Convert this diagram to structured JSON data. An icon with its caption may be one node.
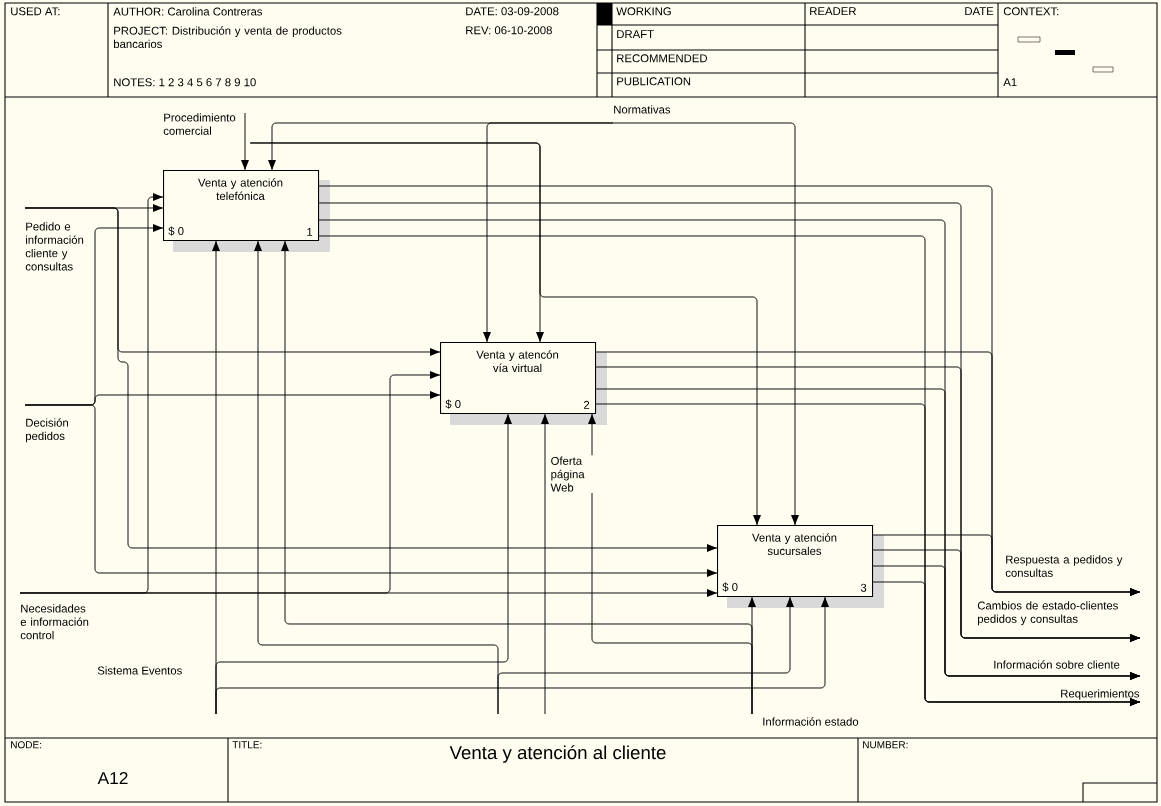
{
  "diagram": {
    "title": "Venta y atención al cliente",
    "nodes": [
      {
        "text": [
          "Venta y atención telefónica",
          "$ 0",
          "1"
        ]
      },
      {
        "text": [
          "Venta y atencón vía virtual",
          "$ 0",
          "2"
        ]
      },
      {
        "text": [
          "Venta y atención sucursales",
          "$ 0",
          "3"
        ]
      },
      {
        "text": [
          "Procedimiento comercial"
        ]
      },
      {
        "text": [
          "Normativas"
        ]
      },
      {
        "text": [
          "Pedido e información cliente y consultas"
        ]
      },
      {
        "text": [
          "Decisión pedidos"
        ]
      },
      {
        "text": [
          "Necesidades e información control"
        ]
      },
      {
        "text": [
          "Sistema Eventos"
        ]
      },
      {
        "text": [
          "Información estado"
        ]
      },
      {
        "text": [
          "Respuesta a pedidos y consultas"
        ]
      },
      {
        "text": [
          "Cambios de estado-clientes pedidos y consultas"
        ]
      },
      {
        "text": [
          "Información sobre cliente"
        ]
      },
      {
        "text": [
          "Requerimientos"
        ]
      }
    ],
    "edges": [
      {
        "from": 3,
        "to": 0,
        "arrow": "to"
      },
      {
        "from": 3,
        "to": 1,
        "arrow": "to"
      },
      {
        "from": 3,
        "to": 2,
        "arrow": "to"
      },
      {
        "from": 4,
        "to": 0,
        "arrow": "to"
      },
      {
        "from": 4,
        "to": 1,
        "arrow": "to"
      },
      {
        "from": 4,
        "to": 2,
        "arrow": "to"
      },
      {
        "from": 5,
        "to": 0,
        "arrow": "to"
      },
      {
        "from": 5,
        "to": 1,
        "arrow": "to"
      },
      {
        "from": 5,
        "to": 2,
        "arrow": "to"
      },
      {
        "from": 6,
        "to": 0,
        "arrow": "to"
      },
      {
        "from": 6,
        "to": 1,
        "arrow": "to"
      },
      {
        "from": 6,
        "to": 2,
        "arrow": "to"
      },
      {
        "from": 7,
        "to": 0,
        "arrow": "to"
      },
      {
        "from": 7,
        "to": 1,
        "arrow": "to"
      },
      {
        "from": 7,
        "to": 2,
        "arrow": "to"
      },
      {
        "from": 8,
        "to": 0,
        "arrow": "to"
      },
      {
        "from": 8,
        "to": 1,
        "arrow": "to"
      },
      {
        "from": 8,
        "to": 2,
        "arrow": "to"
      },
      {
        "from": null,
        "to": 0,
        "arrow": "to"
      },
      {
        "from": null,
        "to": 2,
        "arrow": "to"
      },
      {
        "from": null,
        "to": 1,
        "arrow": "to",
        "label": "Oferta página Web"
      },
      {
        "from": 9,
        "to": 2,
        "arrow": "to"
      },
      {
        "from": 9,
        "to": 1,
        "arrow": "to"
      },
      {
        "from": 9,
        "to": 0,
        "arrow": "to"
      },
      {
        "from": 0,
        "to": 10,
        "arrow": "to"
      },
      {
        "from": 0,
        "to": 11,
        "arrow": "to"
      },
      {
        "from": 0,
        "to": 12,
        "arrow": "to"
      },
      {
        "from": 0,
        "to": 13,
        "arrow": "to"
      },
      {
        "from": 1,
        "to": 10,
        "arrow": "to"
      },
      {
        "from": 1,
        "to": 11,
        "arrow": "to"
      },
      {
        "from": 1,
        "to": 12,
        "arrow": "to"
      },
      {
        "from": 1,
        "to": 13,
        "arrow": "to"
      },
      {
        "from": 2,
        "to": 10,
        "arrow": "to"
      },
      {
        "from": 2,
        "to": 11,
        "arrow": "to"
      },
      {
        "from": 2,
        "to": 12,
        "arrow": "to"
      },
      {
        "from": 2,
        "to": 13,
        "arrow": "to"
      }
    ],
    "labels": [
      "USED AT:",
      "AUTHOR: Carolina Contreras",
      "DATE: 03-09-2008",
      "PROJECT: Distribución y venta de productos bancarios",
      "REV: 06-10-2008",
      "NOTES: 1 2 3 4 5 6 7 8 9 10",
      "WORKING",
      "READER",
      "DATE",
      "CONTEXT:",
      "DRAFT",
      "RECOMMENDED",
      "PUBLICATION",
      "A1",
      "NODE:",
      "TITLE:",
      "NUMBER:",
      "A12"
    ]
  }
}
